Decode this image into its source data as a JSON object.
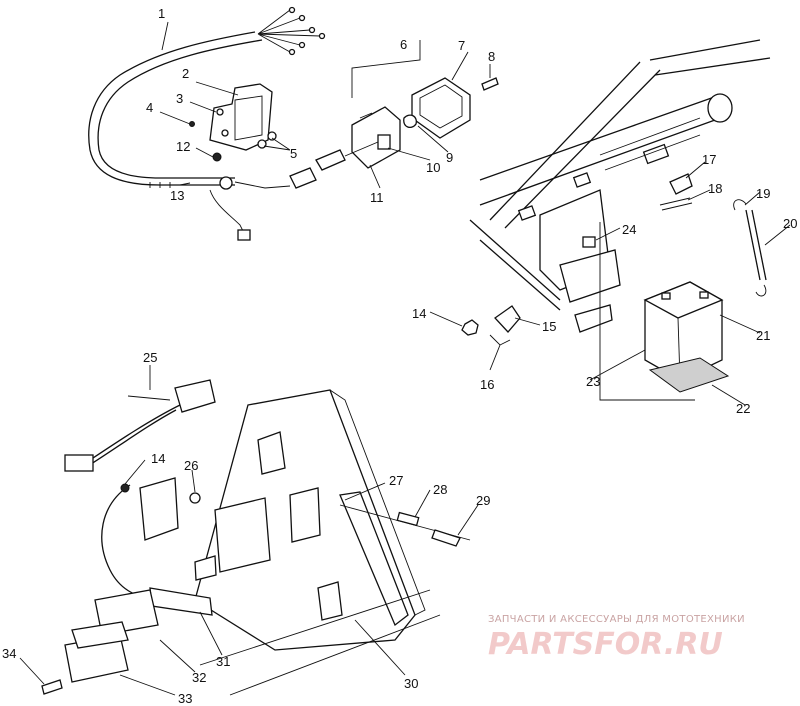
{
  "callouts": {
    "c1": "1",
    "c2": "2",
    "c3": "3",
    "c4": "4",
    "c5": "5",
    "c6": "6",
    "c7": "7",
    "c8": "8",
    "c9": "9",
    "c10": "10",
    "c11": "11",
    "c12": "12",
    "c13": "13",
    "c14a": "14",
    "c15": "15",
    "c16": "16",
    "c17": "17",
    "c18": "18",
    "c19": "19",
    "c20": "20",
    "c21": "21",
    "c22": "22",
    "c23": "23",
    "c24": "24",
    "c25": "25",
    "c14b": "14",
    "c26": "26",
    "c27": "27",
    "c28": "28",
    "c29": "29",
    "c30": "30",
    "c31": "31",
    "c32": "32",
    "c33": "33",
    "c34": "34"
  },
  "watermark": {
    "tagline": "ЗАПЧАСТИ И АКСЕССУАРЫ ДЛЯ МОТОТЕХНИКИ",
    "logo": "PARTSFOR.RU"
  }
}
